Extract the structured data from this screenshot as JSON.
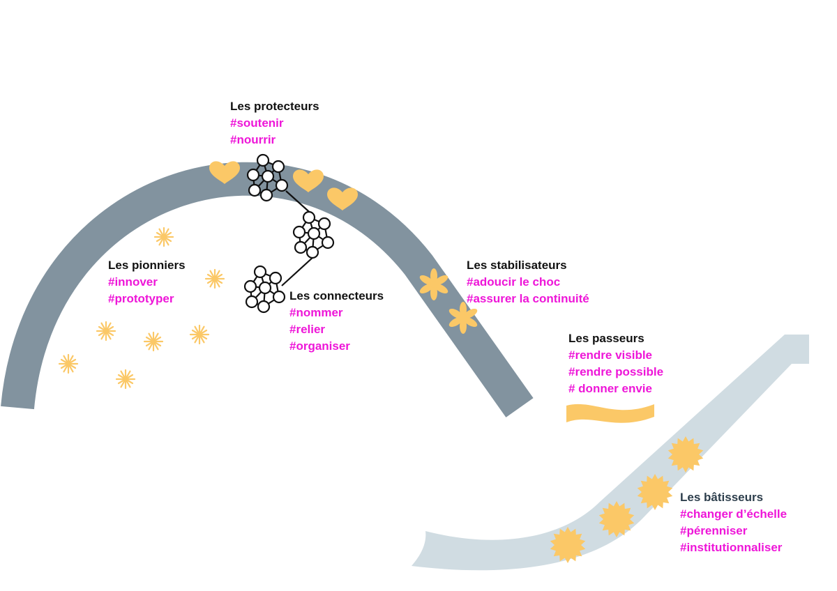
{
  "colors": {
    "curve_dark": "#82939f",
    "curve_light": "#d0dce2",
    "accent_yellow": "#fbc867",
    "tag_magenta": "#ee16d8",
    "title_text": "#111111",
    "title_text_dark": "#2d3e4c",
    "network_stroke": "#111111"
  },
  "groups": {
    "protecteurs": {
      "title": "Les protecteurs",
      "tags": [
        "#soutenir",
        "#nourrir"
      ],
      "icon": "heart-icon"
    },
    "pionniers": {
      "title": "Les pionniers",
      "tags": [
        "#innover",
        "#prototyper"
      ],
      "icon": "sparkle-icon"
    },
    "connecteurs": {
      "title": "Les connecteurs",
      "tags": [
        "#nommer",
        "#relier",
        "#organiser"
      ],
      "icon": "network-icon"
    },
    "stabilisateurs": {
      "title": "Les stabilisateurs",
      "tags": [
        "#adoucir le choc",
        "#assurer la continuité"
      ],
      "icon": "flower-icon"
    },
    "passeurs": {
      "title": "Les passeurs",
      "tags": [
        "#rendre visible",
        "#rendre possible",
        "# donner envie"
      ],
      "icon": "wave-ribbon-icon"
    },
    "batisseurs": {
      "title": "Les bâtisseurs",
      "tags": [
        "#changer d’échelle",
        "#pérenniser",
        "#institutionnaliser"
      ],
      "icon": "sun-burst-icon"
    }
  }
}
